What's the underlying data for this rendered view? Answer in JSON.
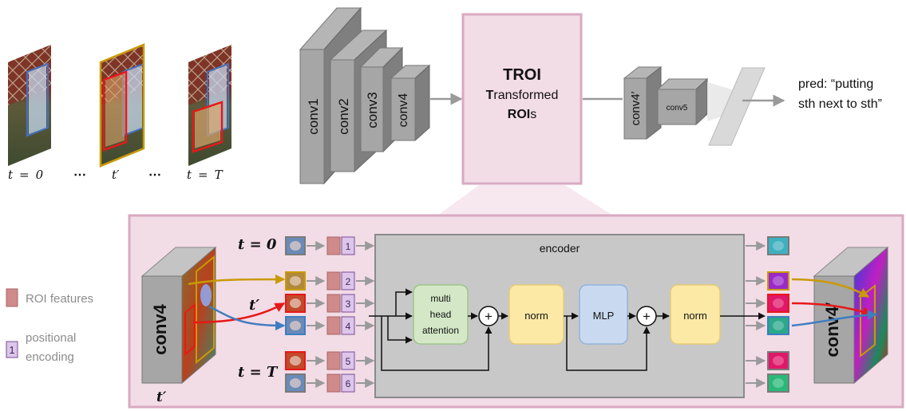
{
  "frames": {
    "labels": [
      {
        "var": "t",
        "eq": "=",
        "val": "0"
      },
      {
        "var": "t′",
        "eq": "",
        "val": ""
      },
      {
        "var": "t",
        "eq": "=",
        "val": "T"
      }
    ],
    "dots": "⋯"
  },
  "backbone": {
    "layers": [
      "conv1",
      "conv2",
      "conv3",
      "conv4"
    ],
    "late_layers": [
      "conv4′",
      "conv5"
    ]
  },
  "troi": {
    "title": "TROI",
    "line1_bold": "T",
    "line1_rest": "ransformed",
    "line2_bold": "ROI",
    "line2_rest": "s"
  },
  "prediction": {
    "line1": "pred: “putting",
    "line2": "sth next to sth”"
  },
  "legend": {
    "roi_label": "ROI features",
    "pos_num": "1",
    "pos_label_1": "positional",
    "pos_label_2": "encoding"
  },
  "detail": {
    "input_block": "conv4",
    "output_block": "conv4′",
    "input_time_label": "t′",
    "time_labels": [
      "t = 0",
      "t′",
      "t = T"
    ],
    "positional_indices": [
      "1",
      "2",
      "3",
      "4",
      "5",
      "6"
    ],
    "encoder": {
      "title": "encoder",
      "attention": [
        "multi",
        "head",
        "attention"
      ],
      "norm1": "norm",
      "mlp": "MLP",
      "norm2": "norm",
      "add_symbol": "+"
    }
  },
  "colors": {
    "pink_panel": "#f2dce6",
    "pink_border": "#d9a9c1",
    "roi_feature": "#cf8a8a",
    "positional": "#dcc6ea",
    "attention_box": "#d4e8c7",
    "norm_box": "#fde9a6",
    "mlp_box": "#c9daf0",
    "encoder_box": "#c8c8c8",
    "gold_arrow": "#c99a06",
    "red_arrow": "#e81818",
    "blue_arrow": "#3f7dc0"
  }
}
